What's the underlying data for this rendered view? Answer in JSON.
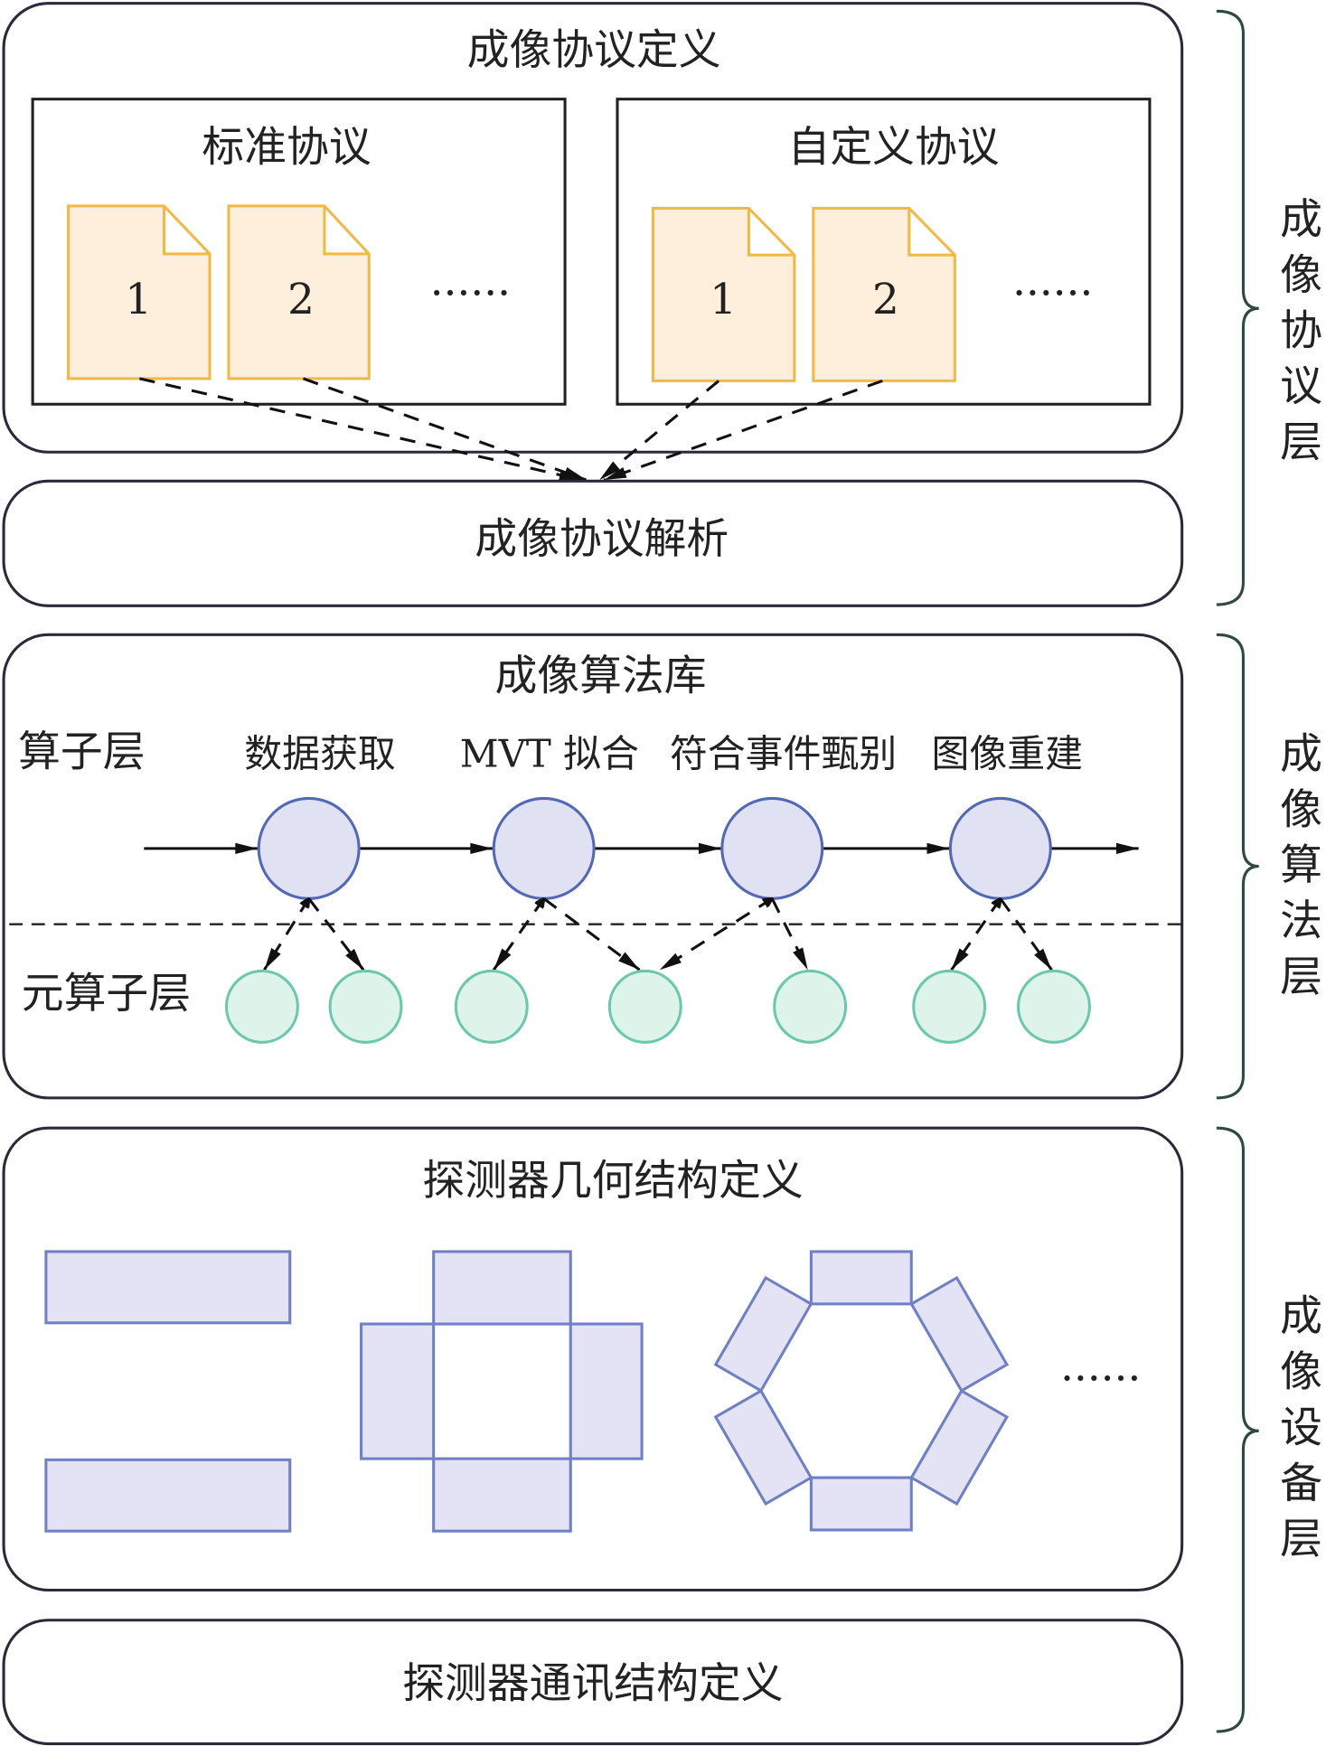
{
  "protocol_section": {
    "title": "成像协议定义",
    "standard": {
      "title": "标准协议",
      "docs": [
        "1",
        "2"
      ],
      "ellipsis": "······"
    },
    "custom": {
      "title": "自定义协议",
      "docs": [
        "1",
        "2"
      ],
      "ellipsis": "······"
    },
    "parser": "成像协议解析",
    "layer_label": [
      "成",
      "像",
      "协",
      "议",
      "层"
    ]
  },
  "algorithm_section": {
    "title": "成像算法库",
    "operator_layer": "算子层",
    "meta_operator_layer": "元算子层",
    "operators": [
      "数据获取",
      "MVT 拟合",
      "符合事件甄别",
      "图像重建"
    ],
    "layer_label": [
      "成",
      "像",
      "算",
      "法",
      "层"
    ]
  },
  "device_section": {
    "title": "探测器几何结构定义",
    "ellipsis": "······",
    "comm": "探测器通讯结构定义",
    "layer_label": [
      "成",
      "像",
      "设",
      "备",
      "层"
    ]
  },
  "colors": {
    "doc": "#fdefdc",
    "operator": "#e0e2f4",
    "meta_operator": "#def4ea",
    "geometry": "#e3e3f5"
  }
}
